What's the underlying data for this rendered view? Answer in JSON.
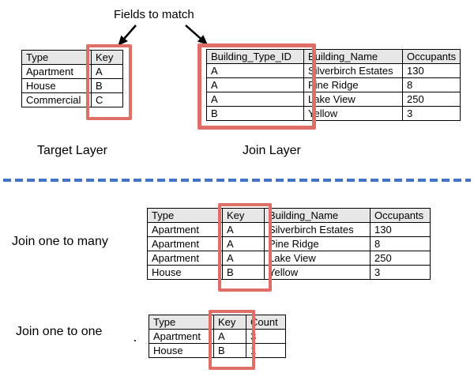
{
  "colors": {
    "highlight-red": "#df6e66",
    "header-gray": "#e7e7e7",
    "divider-blue": "#4472c4",
    "text-black": "#000000"
  },
  "annotation": {
    "label": "Fields to match"
  },
  "top": {
    "target": {
      "caption": "Target Layer",
      "headers": [
        "Type",
        "Key"
      ],
      "rows": [
        [
          "Apartment",
          "A"
        ],
        [
          "House",
          "B"
        ],
        [
          "Commercial",
          "C"
        ]
      ]
    },
    "join": {
      "caption": "Join Layer",
      "headers": [
        "Building_Type_ID",
        "Building_Name",
        "Occupants"
      ],
      "rows": [
        [
          "A",
          "Silverbirch Estates",
          "130"
        ],
        [
          "A",
          "Pine Ridge",
          "8"
        ],
        [
          "A",
          "Lake View",
          "250"
        ],
        [
          "B",
          "Yellow",
          "3"
        ]
      ]
    }
  },
  "one_to_many": {
    "caption": "Join one to many",
    "headers": [
      "Type",
      "Key",
      "Building_Name",
      "Occupants"
    ],
    "rows": [
      [
        "Apartment",
        "A",
        "Silverbirch Estates",
        "130"
      ],
      [
        "Apartment",
        "A",
        "Pine Ridge",
        "8"
      ],
      [
        "Apartment",
        "A",
        "Lake View",
        "250"
      ],
      [
        "House",
        "B",
        "Yellow",
        "3"
      ]
    ]
  },
  "one_to_one": {
    "caption": "Join one to one",
    "period": ".",
    "headers": [
      "Type",
      "Key",
      "Count"
    ],
    "rows": [
      [
        "Apartment",
        "A",
        "3"
      ],
      [
        "House",
        "B",
        "1"
      ]
    ]
  }
}
